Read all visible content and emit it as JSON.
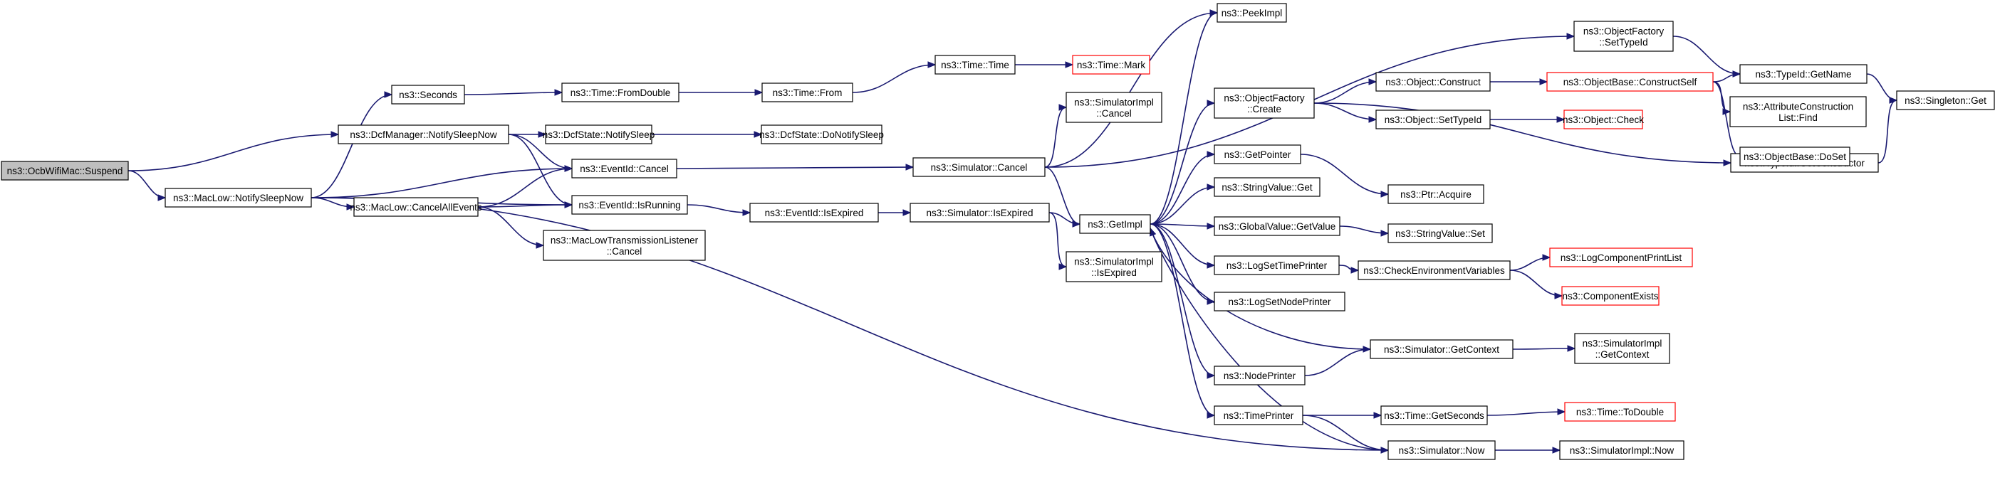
{
  "colors": {
    "edge": "#191970",
    "root_fill": "#bfbfbf",
    "truncated_border": "#ff0000",
    "border": "#000000"
  },
  "nodes": [
    {
      "id": "n0",
      "lines": [
        "ns3::OcbWifiMac::Suspend"
      ],
      "root": true
    },
    {
      "id": "n1",
      "lines": [
        "ns3::DcfManager::NotifySleepNow"
      ]
    },
    {
      "id": "n2",
      "lines": [
        "ns3::MacLow::NotifySleepNow"
      ]
    },
    {
      "id": "n3",
      "lines": [
        "ns3::DcfState::NotifySleep"
      ]
    },
    {
      "id": "n4",
      "lines": [
        "ns3::EventId::Cancel"
      ]
    },
    {
      "id": "n5",
      "lines": [
        "ns3::EventId::IsRunning"
      ]
    },
    {
      "id": "n6",
      "lines": [
        "ns3::Seconds"
      ]
    },
    {
      "id": "n7",
      "lines": [
        "ns3::MacLow::CancelAllEvents"
      ]
    },
    {
      "id": "n8",
      "lines": [
        "ns3::Simulator::Now"
      ]
    },
    {
      "id": "n9",
      "lines": [
        "ns3::MacLowTransmissionListener",
        "::Cancel"
      ]
    },
    {
      "id": "n10",
      "lines": [
        "ns3::DcfState::DoNotifySleep"
      ]
    },
    {
      "id": "n11",
      "lines": [
        "ns3::Simulator::Cancel"
      ]
    },
    {
      "id": "n12",
      "lines": [
        "ns3::Time::FromDouble"
      ]
    },
    {
      "id": "n13",
      "lines": [
        "ns3::Time::From"
      ]
    },
    {
      "id": "n14",
      "lines": [
        "ns3::Time::Time"
      ]
    },
    {
      "id": "n15",
      "lines": [
        "ns3::Time::Mark"
      ],
      "truncated": true
    },
    {
      "id": "n16",
      "lines": [
        "ns3::EventId::IsExpired"
      ]
    },
    {
      "id": "n17",
      "lines": [
        "ns3::Simulator::IsExpired"
      ]
    },
    {
      "id": "n18",
      "lines": [
        "ns3::SimulatorImpl",
        "::Cancel"
      ]
    },
    {
      "id": "n19",
      "lines": [
        "ns3::GetImpl"
      ]
    },
    {
      "id": "n20",
      "lines": [
        "ns3::SimulatorImpl",
        "::IsExpired"
      ]
    },
    {
      "id": "n21",
      "lines": [
        "ns3::PeekImpl"
      ]
    },
    {
      "id": "n22",
      "lines": [
        "ns3::ObjectFactory",
        "::Create"
      ]
    },
    {
      "id": "n23",
      "lines": [
        "ns3::GetPointer"
      ]
    },
    {
      "id": "n24",
      "lines": [
        "ns3::StringValue::Get"
      ]
    },
    {
      "id": "n25",
      "lines": [
        "ns3::GlobalValue::GetValue"
      ]
    },
    {
      "id": "n26",
      "lines": [
        "ns3::LogSetTimePrinter"
      ]
    },
    {
      "id": "n27",
      "lines": [
        "ns3::LogSetNodePrinter"
      ]
    },
    {
      "id": "n28",
      "lines": [
        "ns3::NodePrinter"
      ]
    },
    {
      "id": "n29",
      "lines": [
        "ns3::TimePrinter"
      ]
    },
    {
      "id": "n30",
      "lines": [
        "ns3::Object::Construct"
      ]
    },
    {
      "id": "n31",
      "lines": [
        "ns3::Object::SetTypeId"
      ]
    },
    {
      "id": "n32",
      "lines": [
        "ns3::Ptr::Acquire"
      ]
    },
    {
      "id": "n33",
      "lines": [
        "ns3::StringValue::Set"
      ]
    },
    {
      "id": "n34",
      "lines": [
        "ns3::CheckEnvironmentVariables"
      ]
    },
    {
      "id": "n35",
      "lines": [
        "ns3::Simulator::GetContext"
      ]
    },
    {
      "id": "n36",
      "lines": [
        "ns3::Time::GetSeconds"
      ]
    },
    {
      "id": "n37",
      "lines": [
        "ns3::ObjectFactory",
        "::SetTypeId"
      ]
    },
    {
      "id": "n38",
      "lines": [
        "ns3::TypeId::GetConstructor"
      ]
    },
    {
      "id": "n39",
      "lines": [
        "ns3::ObjectBase::ConstructSelf"
      ],
      "truncated": true
    },
    {
      "id": "n40",
      "lines": [
        "ns3::Object::Check"
      ],
      "truncated": true
    },
    {
      "id": "n41",
      "lines": [
        "ns3::LogComponentPrintList"
      ],
      "truncated": true
    },
    {
      "id": "n42",
      "lines": [
        "ns3::ComponentExists"
      ],
      "truncated": true
    },
    {
      "id": "n43",
      "lines": [
        "ns3::SimulatorImpl",
        "::GetContext"
      ]
    },
    {
      "id": "n44",
      "lines": [
        "ns3::Time::ToDouble"
      ],
      "truncated": true
    },
    {
      "id": "n45",
      "lines": [
        "ns3::SimulatorImpl::Now"
      ]
    },
    {
      "id": "n46",
      "lines": [
        "ns3::TypeId::GetName"
      ]
    },
    {
      "id": "n47",
      "lines": [
        "ns3::AttributeConstruction",
        "List::Find"
      ]
    },
    {
      "id": "n48",
      "lines": [
        "ns3::ObjectBase::DoSet"
      ]
    },
    {
      "id": "n49",
      "lines": [
        "ns3::Singleton::Get"
      ]
    }
  ],
  "edges": [
    [
      "n0",
      "n1"
    ],
    [
      "n0",
      "n2"
    ],
    [
      "n1",
      "n3"
    ],
    [
      "n1",
      "n4"
    ],
    [
      "n1",
      "n5"
    ],
    [
      "n2",
      "n6"
    ],
    [
      "n2",
      "n4"
    ],
    [
      "n2",
      "n7"
    ],
    [
      "n2",
      "n5"
    ],
    [
      "n2",
      "n8"
    ],
    [
      "n3",
      "n10"
    ],
    [
      "n7",
      "n4"
    ],
    [
      "n7",
      "n5"
    ],
    [
      "n7",
      "n9"
    ],
    [
      "n6",
      "n12"
    ],
    [
      "n12",
      "n13"
    ],
    [
      "n13",
      "n14"
    ],
    [
      "n14",
      "n15"
    ],
    [
      "n4",
      "n11"
    ],
    [
      "n5",
      "n16"
    ],
    [
      "n16",
      "n17"
    ],
    [
      "n11",
      "n18"
    ],
    [
      "n11",
      "n19"
    ],
    [
      "n11",
      "n21"
    ],
    [
      "n11",
      "n37"
    ],
    [
      "n17",
      "n19"
    ],
    [
      "n17",
      "n20"
    ],
    [
      "n19",
      "n21"
    ],
    [
      "n19",
      "n22"
    ],
    [
      "n19",
      "n23"
    ],
    [
      "n19",
      "n24"
    ],
    [
      "n19",
      "n25"
    ],
    [
      "n19",
      "n26"
    ],
    [
      "n19",
      "n27"
    ],
    [
      "n19",
      "n28"
    ],
    [
      "n19",
      "n29"
    ],
    [
      "n22",
      "n30"
    ],
    [
      "n22",
      "n31"
    ],
    [
      "n22",
      "n38"
    ],
    [
      "n23",
      "n32"
    ],
    [
      "n25",
      "n33"
    ],
    [
      "n26",
      "n34"
    ],
    [
      "n28",
      "n35"
    ],
    [
      "n35",
      "n19"
    ],
    [
      "n35",
      "n43"
    ],
    [
      "n29",
      "n36"
    ],
    [
      "n29",
      "n8"
    ],
    [
      "n36",
      "n44"
    ],
    [
      "n8",
      "n19"
    ],
    [
      "n8",
      "n45"
    ],
    [
      "n30",
      "n39"
    ],
    [
      "n31",
      "n40"
    ],
    [
      "n34",
      "n41"
    ],
    [
      "n34",
      "n42"
    ],
    [
      "n37",
      "n46"
    ],
    [
      "n38",
      "n49"
    ],
    [
      "n39",
      "n46"
    ],
    [
      "n39",
      "n47"
    ],
    [
      "n39",
      "n48"
    ],
    [
      "n46",
      "n49"
    ]
  ]
}
